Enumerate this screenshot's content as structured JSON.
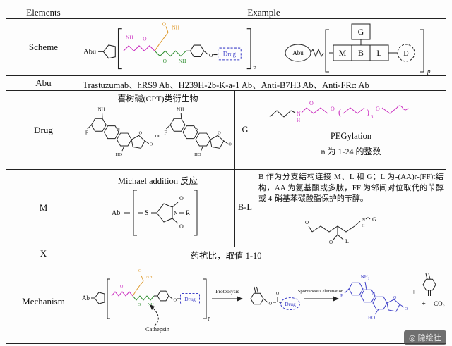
{
  "header": {
    "elements": "Elements",
    "example": "Example"
  },
  "scheme": {
    "label": "Scheme",
    "left": {
      "abu": "Abu",
      "nh_magenta": "NH",
      "o_magenta": "O",
      "nh_orange": "NH",
      "o_orange": "O",
      "o_green": "O",
      "nh_green": "NH",
      "o_linker": "O",
      "drug": "Drug",
      "sub_p": "P"
    },
    "blocks": {
      "abu": "Abu",
      "m": "M",
      "b": "B",
      "l": "L",
      "g": "G",
      "d": "D",
      "sub_p": "p"
    }
  },
  "abu_row": {
    "label": "Abu",
    "value": "Trastuzumab、hRS9 Ab、H239H-2b-K-a-1 Ab、Anti-B7H3 Ab、Anti-FRα Ab"
  },
  "drug_row": {
    "label": "Drug",
    "title": "喜树碱(CPT)类衍生物",
    "or": "or",
    "struct1": {
      "nh": "NH",
      "f": "F",
      "n": "N",
      "o1": "O",
      "o2": "O",
      "ho": "HO"
    },
    "struct2": {
      "nh": "NH",
      "f": "F",
      "n": "N",
      "o1": "O",
      "o2": "O",
      "ho": "HO"
    }
  },
  "g_row": {
    "label": "G",
    "name": "PEGylation",
    "note": "n 为 1-24 的整数",
    "struct": {
      "n": "N",
      "h": "H",
      "o1": "O",
      "o2": "O",
      "sub_n": "n",
      "o3": "O"
    }
  },
  "m_row": {
    "label": "M",
    "title": "Michael addition 反应",
    "struct": {
      "ab": "Ab",
      "s": "S",
      "o1": "O",
      "o2": "O",
      "n": "N",
      "r": "R"
    }
  },
  "bl_row": {
    "label": "B-L",
    "text": "B 作为分支结构连接 M、L 和 G；L 为-(AA)r-(FF)t结构，AA 为氨基酸或多肽，FF 为邻间对位取代的苄醇或 4-硝基苯碳酸酯保护的苄醇。",
    "struct": {
      "o1": "O",
      "n": "N",
      "h": "H",
      "g": "G",
      "o2": "O",
      "l": "L"
    }
  },
  "x_row": {
    "label": "X",
    "value": "药抗比，取值 1-10"
  },
  "mechanism": {
    "label": "Mechanism",
    "left": {
      "ab": "Ab",
      "o_magenta": "O",
      "nh_orange": "NH",
      "o_orange": "O",
      "o_green": "O",
      "nh_green": "NH",
      "o_linker": "O",
      "drug": "Drug",
      "sub_p": "P"
    },
    "cathepsin": "Cathepsin",
    "arrow1": "Proteolysis",
    "mid": {
      "o1": "O",
      "o2": "O",
      "drug": "Drug"
    },
    "arrow2": "Spontaneous elimination",
    "product": {
      "f": "F",
      "n": "N",
      "nh2": "NH₂",
      "o1": "O",
      "o2": "O",
      "ho": "HO"
    },
    "plus1": "+",
    "plus2": "+",
    "co2": "CO₂"
  },
  "watermark": {
    "logo": "◎",
    "text": "隐绘社"
  }
}
